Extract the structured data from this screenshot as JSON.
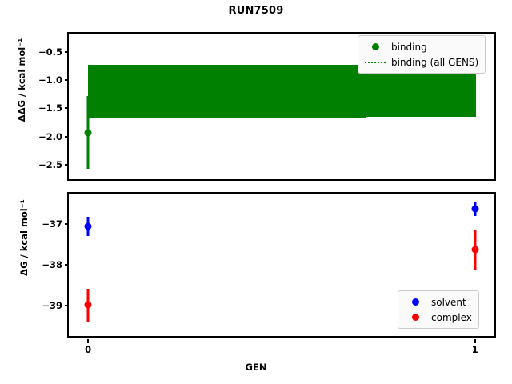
{
  "chart_data": {
    "type": "scatter",
    "title": "RUN7509",
    "xlabel": "GEN",
    "xlim": [
      -0.05,
      1.05
    ],
    "xticks": [
      0,
      1
    ],
    "xticklabels": [
      "0",
      "1"
    ],
    "grid": false,
    "panels": [
      {
        "name": "ddg-panel",
        "ylabel": "ΔΔG / kcal mol⁻¹",
        "ylim": [
          -2.75,
          -0.18
        ],
        "yticks": [
          -0.5,
          -1.0,
          -1.5,
          -2.0,
          -2.5
        ],
        "yticklabels": [
          "−0.5",
          "−1.0",
          "−1.5",
          "−2.0",
          "−2.5"
        ],
        "legend_position": "upper right",
        "series": [
          {
            "name": "binding",
            "type": "errorbar",
            "color": "#008000",
            "marker": "o",
            "x": [
              0
            ],
            "y": [
              -1.93
            ],
            "yerr_low": [
              -2.57
            ],
            "yerr_high": [
              -1.28
            ]
          },
          {
            "name": "binding (all GENS)",
            "type": "band",
            "color": "#008000",
            "linestyle": "dotted",
            "x": [
              0,
              1
            ],
            "y": [
              -1.2,
              -1.0
            ],
            "band_low": [
              -1.67,
              -1.65
            ],
            "band_high": [
              -0.73,
              -0.73
            ]
          }
        ]
      },
      {
        "name": "dg-panel",
        "ylabel": "ΔG / kcal mol⁻¹",
        "ylim": [
          -39.75,
          -36.25
        ],
        "yticks": [
          -37,
          -38,
          -39
        ],
        "yticklabels": [
          "−37",
          "−38",
          "−39"
        ],
        "legend_position": "lower right",
        "series": [
          {
            "name": "solvent",
            "type": "errorbar",
            "color": "#0000ff",
            "marker": "o",
            "x": [
              0,
              1
            ],
            "y": [
              -37.05,
              -36.62
            ],
            "yerr_low": [
              -37.3,
              -36.8
            ],
            "yerr_high": [
              -36.82,
              -36.44
            ]
          },
          {
            "name": "complex",
            "type": "errorbar",
            "color": "#ff0000",
            "marker": "o",
            "x": [
              0,
              1
            ],
            "y": [
              -38.99,
              -37.62
            ],
            "yerr_low": [
              -39.42,
              -38.13
            ],
            "yerr_high": [
              -38.59,
              -37.14
            ]
          }
        ]
      }
    ]
  },
  "figure": {
    "title": "RUN7509",
    "xlabel": "GEN",
    "xticklabels": [
      "0",
      "1"
    ],
    "top": {
      "ylabel": "ΔΔG / kcal mol⁻¹",
      "yticklabels": [
        "−0.5",
        "−1.0",
        "−1.5",
        "−2.0",
        "−2.5"
      ],
      "legend": [
        {
          "label": "binding",
          "key": "dot",
          "color": "#008000"
        },
        {
          "label": "binding (all GENS)",
          "key": "dotted-line",
          "color": "#008000"
        }
      ]
    },
    "bottom": {
      "ylabel": "ΔG / kcal mol⁻¹",
      "yticklabels": [
        "−37",
        "−38",
        "−39"
      ],
      "legend": [
        {
          "label": "solvent",
          "key": "dot",
          "color": "#0000ff"
        },
        {
          "label": "complex",
          "key": "dot",
          "color": "#ff0000"
        }
      ]
    }
  }
}
